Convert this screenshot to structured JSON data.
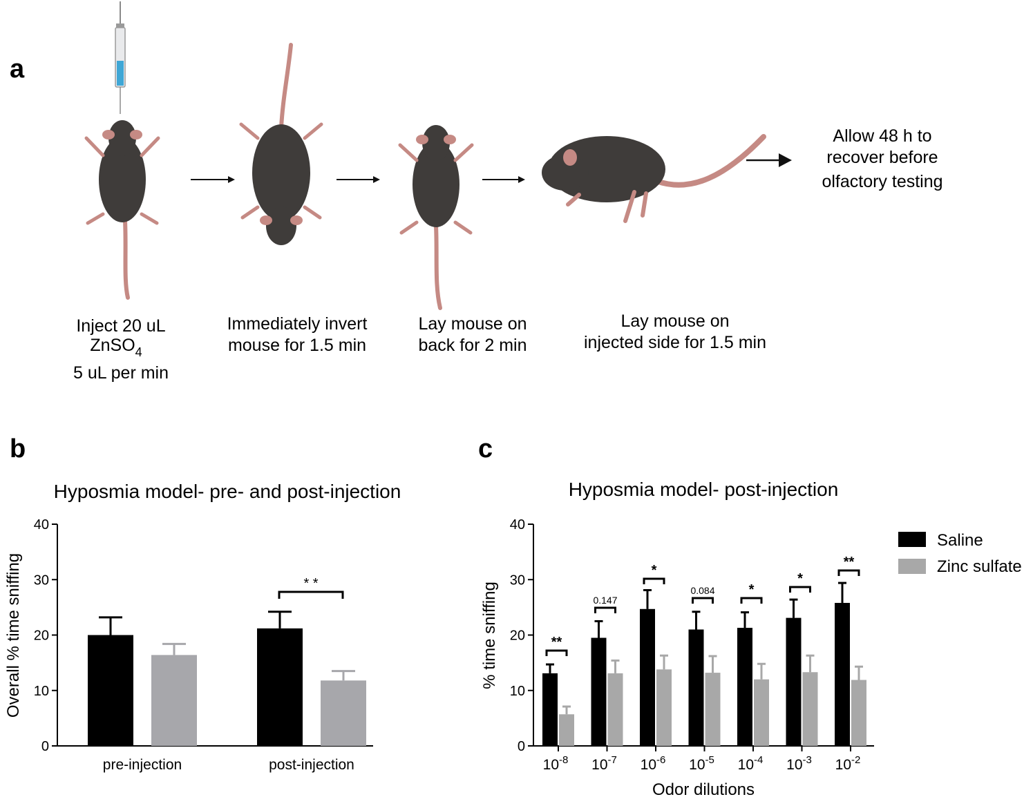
{
  "panel_labels": {
    "a": "a",
    "b": "b",
    "c": "c"
  },
  "colors": {
    "saline": "#000000",
    "zinc_b": "#a7a7ab",
    "zinc_c": "#a8a8a8",
    "mouse_body": "#3f3c3a",
    "mouse_tail": "#c58a84",
    "syringe_liquid": "#3fa7d6"
  },
  "panel_a": {
    "steps": [
      {
        "lines": [
          "Inject 20 uL",
          "ZnSO",
          "5 uL per min"
        ],
        "subscript": "4"
      },
      {
        "lines": [
          "Immediately invert",
          "mouse for 1.5 min"
        ]
      },
      {
        "lines": [
          "Lay mouse on",
          "back for 2 min"
        ]
      },
      {
        "lines": [
          "Lay mouse on",
          "injected side for 1.5 min"
        ]
      },
      {
        "lines": [
          "Allow 48 h to",
          "recover before",
          "olfactory testing"
        ]
      }
    ],
    "icons": [
      "syringe-icon",
      "mouse-dorsal-icon",
      "mouse-inverted-icon",
      "mouse-back-icon",
      "mouse-side-icon",
      "arrow-icon"
    ]
  },
  "chart_data": [
    {
      "type": "bar",
      "title": "Hyposmia model- pre- and post-injection",
      "xlabel": "",
      "ylabel": "Overall % time sniffing",
      "ylim": [
        0,
        40
      ],
      "yticks": [
        0,
        10,
        20,
        30,
        40
      ],
      "categories": [
        "pre-injection",
        "post-injection"
      ],
      "series": [
        {
          "values": [
            20.0,
            21.2
          ],
          "errors": [
            3.2,
            3.0
          ],
          "color_key": "saline"
        },
        {
          "values": [
            16.4,
            11.8
          ],
          "errors": [
            2.0,
            1.7
          ],
          "color_key": "zinc_b"
        }
      ],
      "annotations": [
        {
          "category": "post-injection",
          "text": "* *"
        }
      ],
      "legend": "none",
      "grid": false
    },
    {
      "type": "bar",
      "title": "Hyposmia model- post-injection",
      "xlabel": "Odor dilutions",
      "ylabel": "% time sniffing",
      "ylim": [
        0,
        40
      ],
      "yticks": [
        0,
        10,
        20,
        30,
        40
      ],
      "categories": [
        {
          "base": "10",
          "exp": "-8"
        },
        {
          "base": "10",
          "exp": "-7"
        },
        {
          "base": "10",
          "exp": "-6"
        },
        {
          "base": "10",
          "exp": "-5"
        },
        {
          "base": "10",
          "exp": "-4"
        },
        {
          "base": "10",
          "exp": "-3"
        },
        {
          "base": "10",
          "exp": "-2"
        }
      ],
      "series": [
        {
          "name": "Saline",
          "values": [
            13.1,
            19.5,
            24.7,
            21.0,
            21.3,
            23.1,
            25.8
          ],
          "errors": [
            1.6,
            3.0,
            3.4,
            3.2,
            2.8,
            3.3,
            3.6
          ],
          "color_key": "saline"
        },
        {
          "name": "Zinc sulfate",
          "values": [
            5.7,
            13.1,
            13.8,
            13.2,
            12.0,
            13.3,
            11.9
          ],
          "errors": [
            1.4,
            2.3,
            2.5,
            3.0,
            2.8,
            3.0,
            2.4
          ],
          "color_key": "zinc_c"
        }
      ],
      "annotations": [
        "**",
        "0.147",
        "*",
        "0.084",
        "*",
        "*",
        "**"
      ],
      "legend": "right",
      "grid": false
    }
  ]
}
